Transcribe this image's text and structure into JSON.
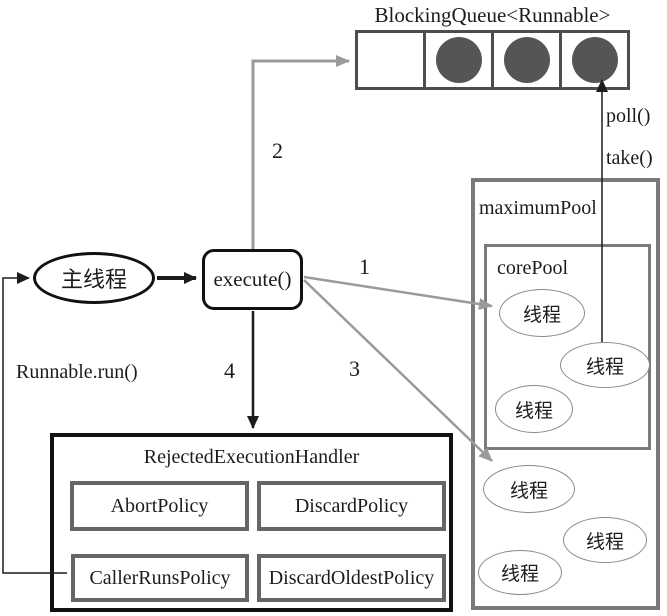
{
  "diagram": {
    "title_note": "ThreadPoolExecutor flow diagram",
    "queue": {
      "title": "BlockingQueue<Runnable>",
      "cells": [
        "empty",
        "filled",
        "filled",
        "filled"
      ]
    },
    "main_thread": {
      "label": "主线程"
    },
    "execute": {
      "label": "execute()"
    },
    "steps": {
      "s1": "1",
      "s2": "2",
      "s3": "3",
      "s4": "4"
    },
    "labels": {
      "poll": "poll()",
      "take": "take()",
      "runnable_run": "Runnable.run()"
    },
    "maximum_pool": {
      "label": "maximumPool"
    },
    "core_pool": {
      "label": "corePool"
    },
    "threads": [
      "线程",
      "线程",
      "线程",
      "线程",
      "线程",
      "线程"
    ],
    "handler": {
      "title": "RejectedExecutionHandler",
      "policies": [
        "AbortPolicy",
        "DiscardPolicy",
        "CallerRunsPolicy",
        "DiscardOldestPolicy"
      ]
    },
    "colors": {
      "black_line": "#1c1c1c",
      "gray_arrow": "#9a9a9a",
      "queue_border": "#4d4d4d",
      "task_fill": "#555555",
      "pool_border": "#7a7a7a",
      "policy_border": "#666666",
      "thread_border": "#8a8a8a"
    }
  }
}
